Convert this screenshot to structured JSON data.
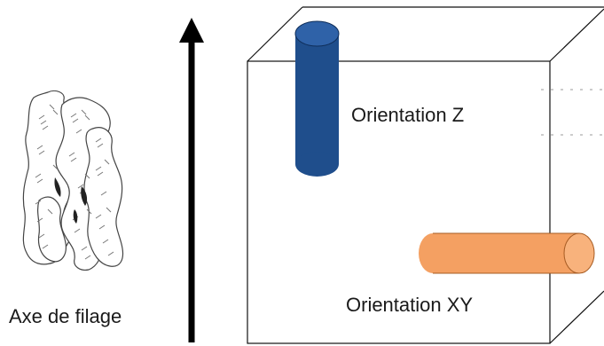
{
  "labels": {
    "spinning_axis": "Axe de filage",
    "orientation_z": "Orientation Z",
    "orientation_xy": "Orientation XY"
  },
  "colors": {
    "cylinder_z": "#1f4e8c",
    "cylinder_z_top": "#2f62a8",
    "cylinder_xy": "#f4a062",
    "cylinder_xy_end": "#f8b27c",
    "outline": "#111111"
  },
  "icons": {
    "fiber_sketch": "fibrous-material-illustration",
    "arrow": "up-arrow"
  }
}
